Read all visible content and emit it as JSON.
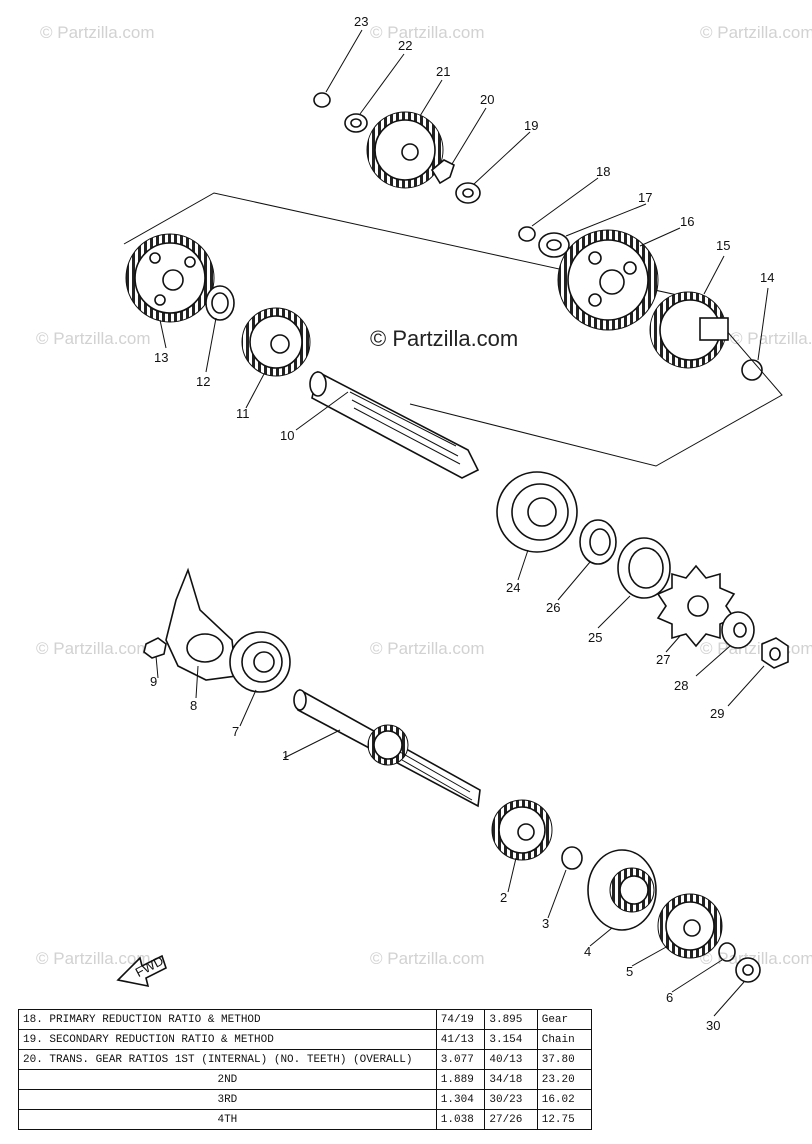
{
  "watermark": "© Partzilla.com",
  "center_watermark": "© Partzilla.com",
  "fwd_label": "FWD",
  "callouts": [
    "1",
    "2",
    "3",
    "4",
    "5",
    "6",
    "7",
    "8",
    "9",
    "10",
    "11",
    "12",
    "13",
    "14",
    "15",
    "16",
    "17",
    "18",
    "19",
    "20",
    "21",
    "22",
    "23",
    "24",
    "25",
    "26",
    "27",
    "28",
    "29",
    "30"
  ],
  "table": {
    "rows": [
      {
        "label": "18.  PRIMARY REDUCTION RATIO & METHOD",
        "v1": "74/19",
        "v2": "3.895",
        "v3": "Gear"
      },
      {
        "label": "19.  SECONDARY REDUCTION RATIO & METHOD",
        "v1": "41/13",
        "v2": "3.154",
        "v3": "Chain"
      },
      {
        "label": "20.  TRANS. GEAR RATIOS 1ST (INTERNAL) (NO. TEETH) (OVERALL)",
        "v1": "3.077",
        "v2": "40/13",
        "v3": "37.80"
      },
      {
        "label": "2ND",
        "v1": "1.889",
        "v2": "34/18",
        "v3": "23.20"
      },
      {
        "label": "3RD",
        "v1": "1.304",
        "v2": "30/23",
        "v3": "16.02"
      },
      {
        "label": "4TH",
        "v1": "1.038",
        "v2": "27/26",
        "v3": "12.75"
      }
    ]
  }
}
